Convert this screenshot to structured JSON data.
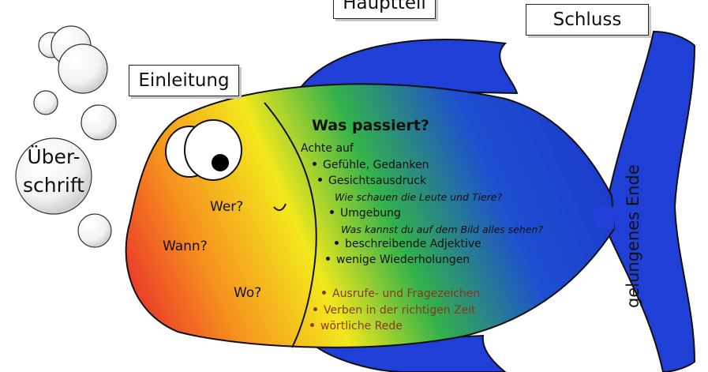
{
  "labels": {
    "einleitung": "Einleitung",
    "hauptteil": "Hauptteil",
    "schluss": "Schluss"
  },
  "bubble_text": {
    "line1": "Über-",
    "line2": "schrift"
  },
  "questions": {
    "wer": "Wer?",
    "wann": "Wann?",
    "wo": "Wo?"
  },
  "body": {
    "heading": "Was passiert?",
    "intro": "Achte auf",
    "items": [
      {
        "text": "Gefühle, Gedanken"
      },
      {
        "text": "Gesichtsausdruck"
      },
      {
        "text": "Wie schauen die Leute und Tiere?"
      },
      {
        "text": "Umgebung"
      },
      {
        "text": "Was kannst du auf dem Bild alles sehen?"
      },
      {
        "text": "beschreibende Adjektive"
      },
      {
        "text": "wenige Wiederholungen"
      },
      {
        "text": "Ausrufe- und Fragezeichen"
      },
      {
        "text": "Verben in der richtigen Zeit"
      },
      {
        "text": "wörtliche Rede"
      }
    ]
  },
  "tail_text": "gelungenes Ende",
  "colors": {
    "fin": "#1f3fd6",
    "gradient": [
      "#e8242e",
      "#f6901e",
      "#f3e81c",
      "#33b24a",
      "#1d4fd0",
      "#1b33c9"
    ],
    "highlight_text": "#8a3a1a"
  }
}
